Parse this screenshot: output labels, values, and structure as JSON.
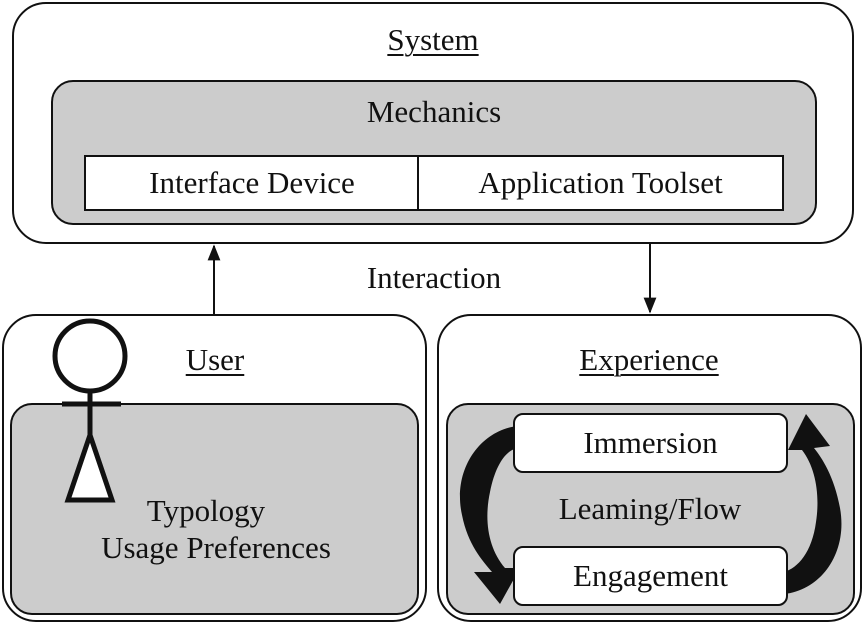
{
  "system": {
    "title": "System",
    "mechanics": {
      "title": "Mechanics",
      "components": [
        "Interface Device",
        "Application Toolset"
      ]
    }
  },
  "interaction_label": "Interaction",
  "user": {
    "title": "User",
    "lines": [
      "Typology",
      "Usage Preferences"
    ],
    "icon": "stick-figure-icon"
  },
  "experience": {
    "title": "Experience",
    "items": [
      "Immersion",
      "Leaming/Flow",
      "Engagement"
    ],
    "icon": "cycle-arrows-icon"
  }
}
